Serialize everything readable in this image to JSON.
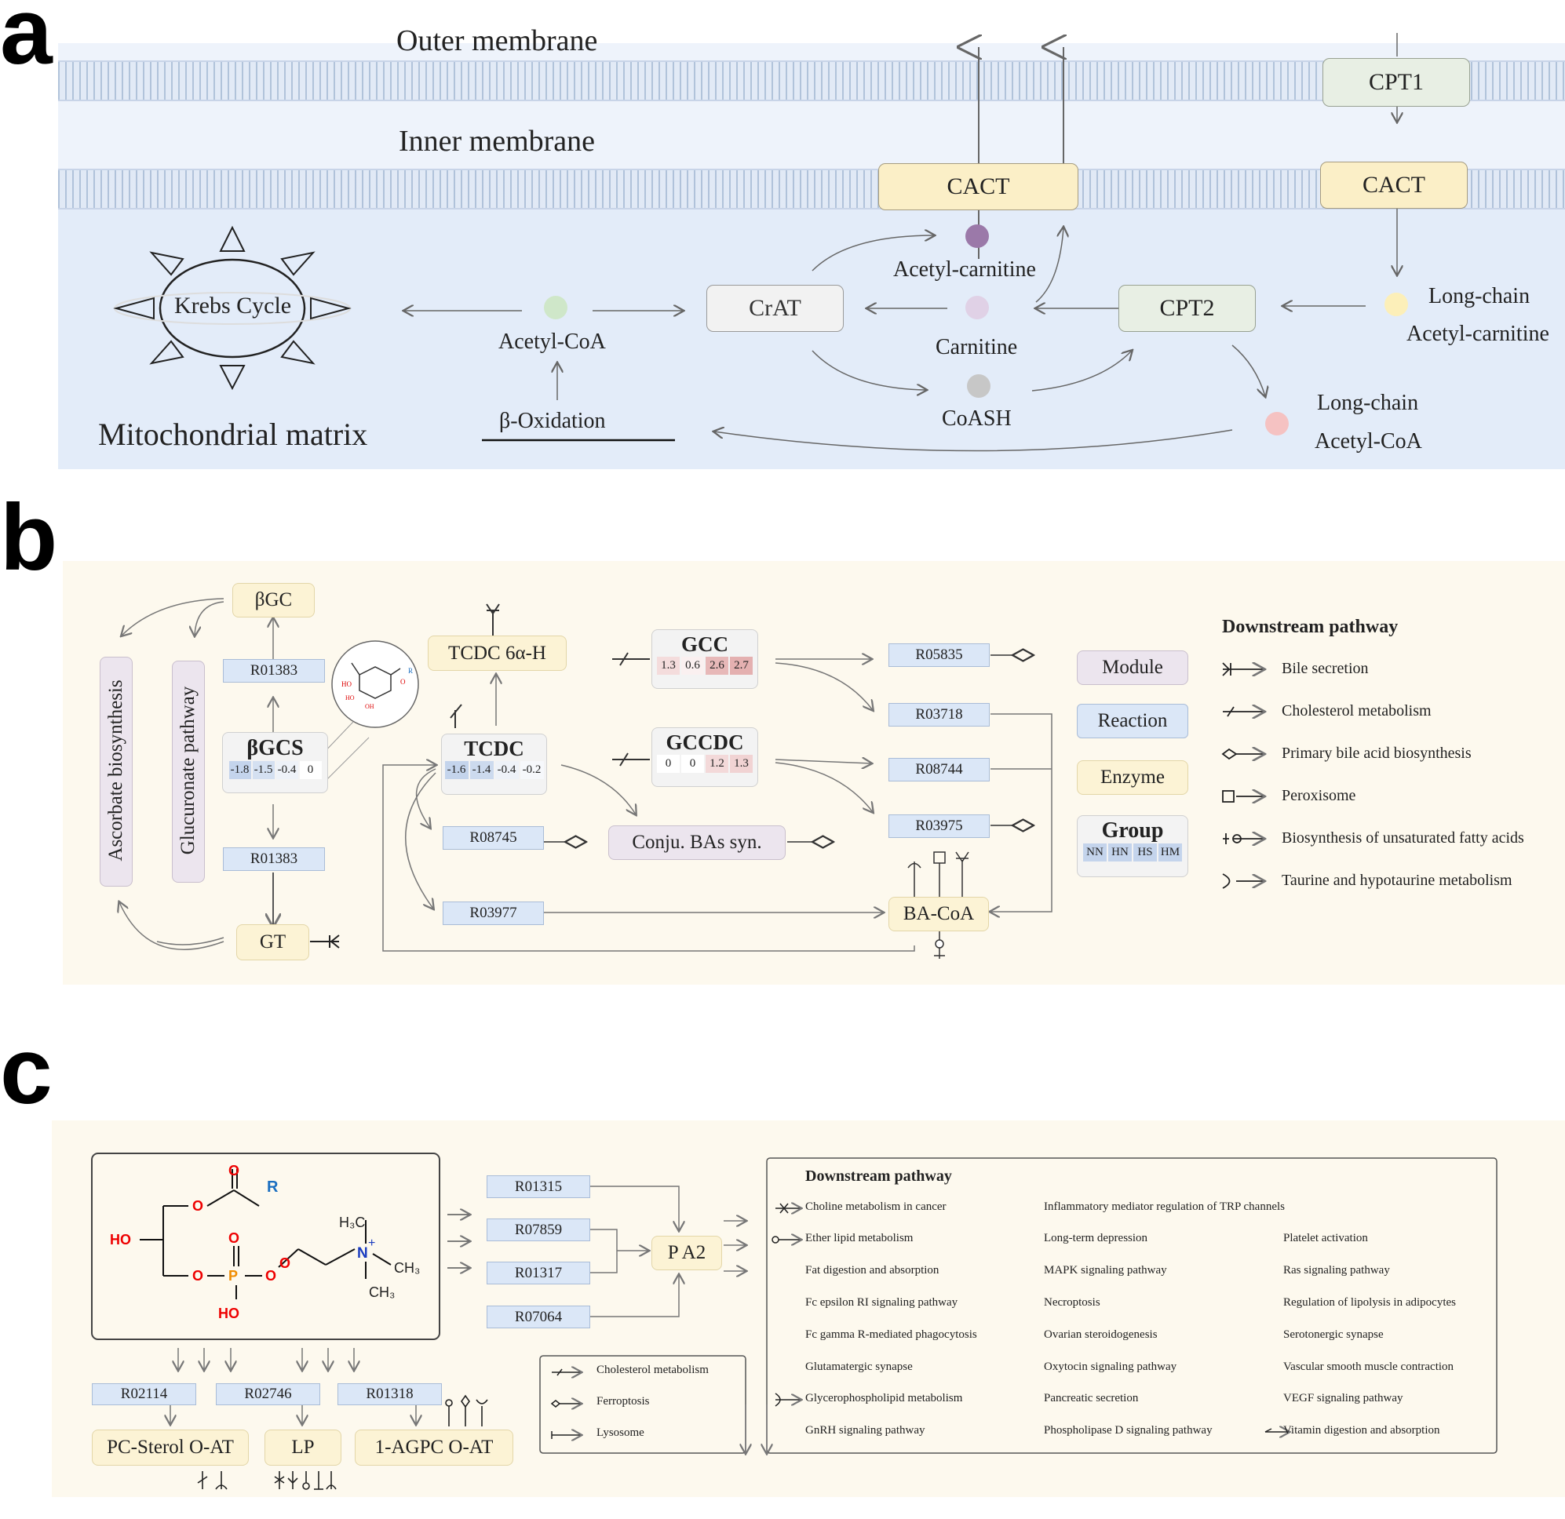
{
  "panel_a": {
    "letter": "a",
    "outer_membrane": "Outer membrane",
    "inner_membrane": "Inner membrane",
    "matrix": "Mitochondrial matrix",
    "krebs": "Krebs Cycle",
    "cpt1": "CPT1",
    "cact_left": "CACT",
    "cact_right": "CACT",
    "crat": "CrAT",
    "cpt2": "CPT2",
    "acetyl_carnitine": "Acetyl-carnitine",
    "carnitine": "Carnitine",
    "coash": "CoASH",
    "acetyl_coa": "Acetyl-CoA",
    "beta_oxidation": "β-Oxidation",
    "lc_acetyl_carnitine_1": "Long-chain",
    "lc_acetyl_carnitine_2": "Acetyl-carnitine",
    "lc_acetyl_coa_1": "Long-chain",
    "lc_acetyl_coa_2": "Acetyl-CoA",
    "colors": {
      "membrane_zone": "#eef3fb",
      "matrix": "#e3ecf9",
      "acetyl_carnitine": "#9b79a9",
      "carnitine": "#e0d1e6",
      "coash": "#c7c7c7",
      "acetyl_coa": "#cfe7c9",
      "lc_acetyl_carnitine": "#fcefb9",
      "lc_acetyl_coa": "#f5c2c2"
    }
  },
  "panel_b": {
    "letter": "b",
    "bgc": "βGC",
    "r01383_top": "R01383",
    "r01383_bottom": "R01383",
    "bgcs": {
      "name": "βGCS",
      "values": [
        "-1.8",
        "-1.5",
        "-0.4",
        "0"
      ]
    },
    "gt": "GT",
    "ascorbate": "Ascorbate biosynthesis",
    "glucuronate": "Glucuronate pathway",
    "tcdc6ah": "TCDC 6α-H",
    "tcdc": {
      "name": "TCDC",
      "values": [
        "-1.6",
        "-1.4",
        "-0.4",
        "-0.2"
      ]
    },
    "gcc": {
      "name": "GCC",
      "values": [
        "1.3",
        "0.6",
        "2.6",
        "2.7"
      ]
    },
    "gccdc": {
      "name": "GCCDC",
      "values": [
        "0",
        "0",
        "1.2",
        "1.3"
      ]
    },
    "r08745": "R08745",
    "r03977": "R03977",
    "conju": "Conju. BAs syn.",
    "r05835": "R05835",
    "r03718": "R03718",
    "r08744": "R08744",
    "r03975": "R03975",
    "bacoa": "BA-CoA",
    "legend_boxes": {
      "module": "Module",
      "reaction": "Reaction",
      "enzyme": "Enzyme",
      "group": "Group",
      "groups": [
        "NN",
        "HN",
        "HS",
        "HM"
      ]
    },
    "downstream_title": "Downstream pathway",
    "downstream": [
      "Bile secretion",
      "Cholesterol metabolism",
      "Primary bile acid biosynthesis",
      "Peroxisome",
      "Biosynthesis of unsaturated fatty acids",
      "Taurine and hypotaurine metabolism"
    ],
    "colors": {
      "bg": "#fdf9ee",
      "reaction": "#dbe7f7",
      "enzyme": "#fcf3d5",
      "module": "#ece5ee"
    }
  },
  "panel_c": {
    "letter": "c",
    "mol": {
      "o1": "O",
      "o2": "O",
      "r": "R",
      "ho": "HO",
      "o3": "O",
      "p": "P",
      "o4": "O",
      "o5": "O",
      "ho2": "HO",
      "o6": "O",
      "h3c": "H₃C",
      "n": "N",
      "plus": "+",
      "ch3a": "CH₃",
      "ch3b": "CH₃"
    },
    "r01315": "R01315",
    "r07859": "R07859",
    "r01317": "R01317",
    "r07064": "R07064",
    "pa2": "P A2",
    "r02114": "R02114",
    "r02746": "R02746",
    "r01318": "R01318",
    "pcsterol": "PC-Sterol O-AT",
    "lp": "LP",
    "agpc": "1-AGPC O-AT",
    "small_legend": [
      "Cholesterol metabolism",
      "Ferroptosis",
      "Lysosome"
    ],
    "downstream_title": "Downstream pathway",
    "col1": [
      "Choline metabolism in cancer",
      "Ether lipid metabolism",
      "Fat digestion and absorption",
      "Fc epsilon RI signaling pathway",
      "Fc gamma R-mediated phagocytosis",
      "Glutamatergic synapse",
      "Glycerophospholipid metabolism",
      "GnRH signaling pathway"
    ],
    "col2": [
      "Inflammatory mediator regulation of TRP channels",
      "Long-term depression",
      "MAPK signaling pathway",
      "Necroptosis",
      "Ovarian steroidogenesis",
      "Oxytocin signaling pathway",
      "Pancreatic secretion",
      "Phospholipase D signaling pathway"
    ],
    "col3": [
      "Platelet activation",
      "Ras signaling pathway",
      "Regulation of lipolysis in adipocytes",
      "Serotonergic synapse",
      "Vascular smooth muscle contraction",
      "VEGF signaling pathway",
      "Vitamin digestion and absorption"
    ]
  }
}
